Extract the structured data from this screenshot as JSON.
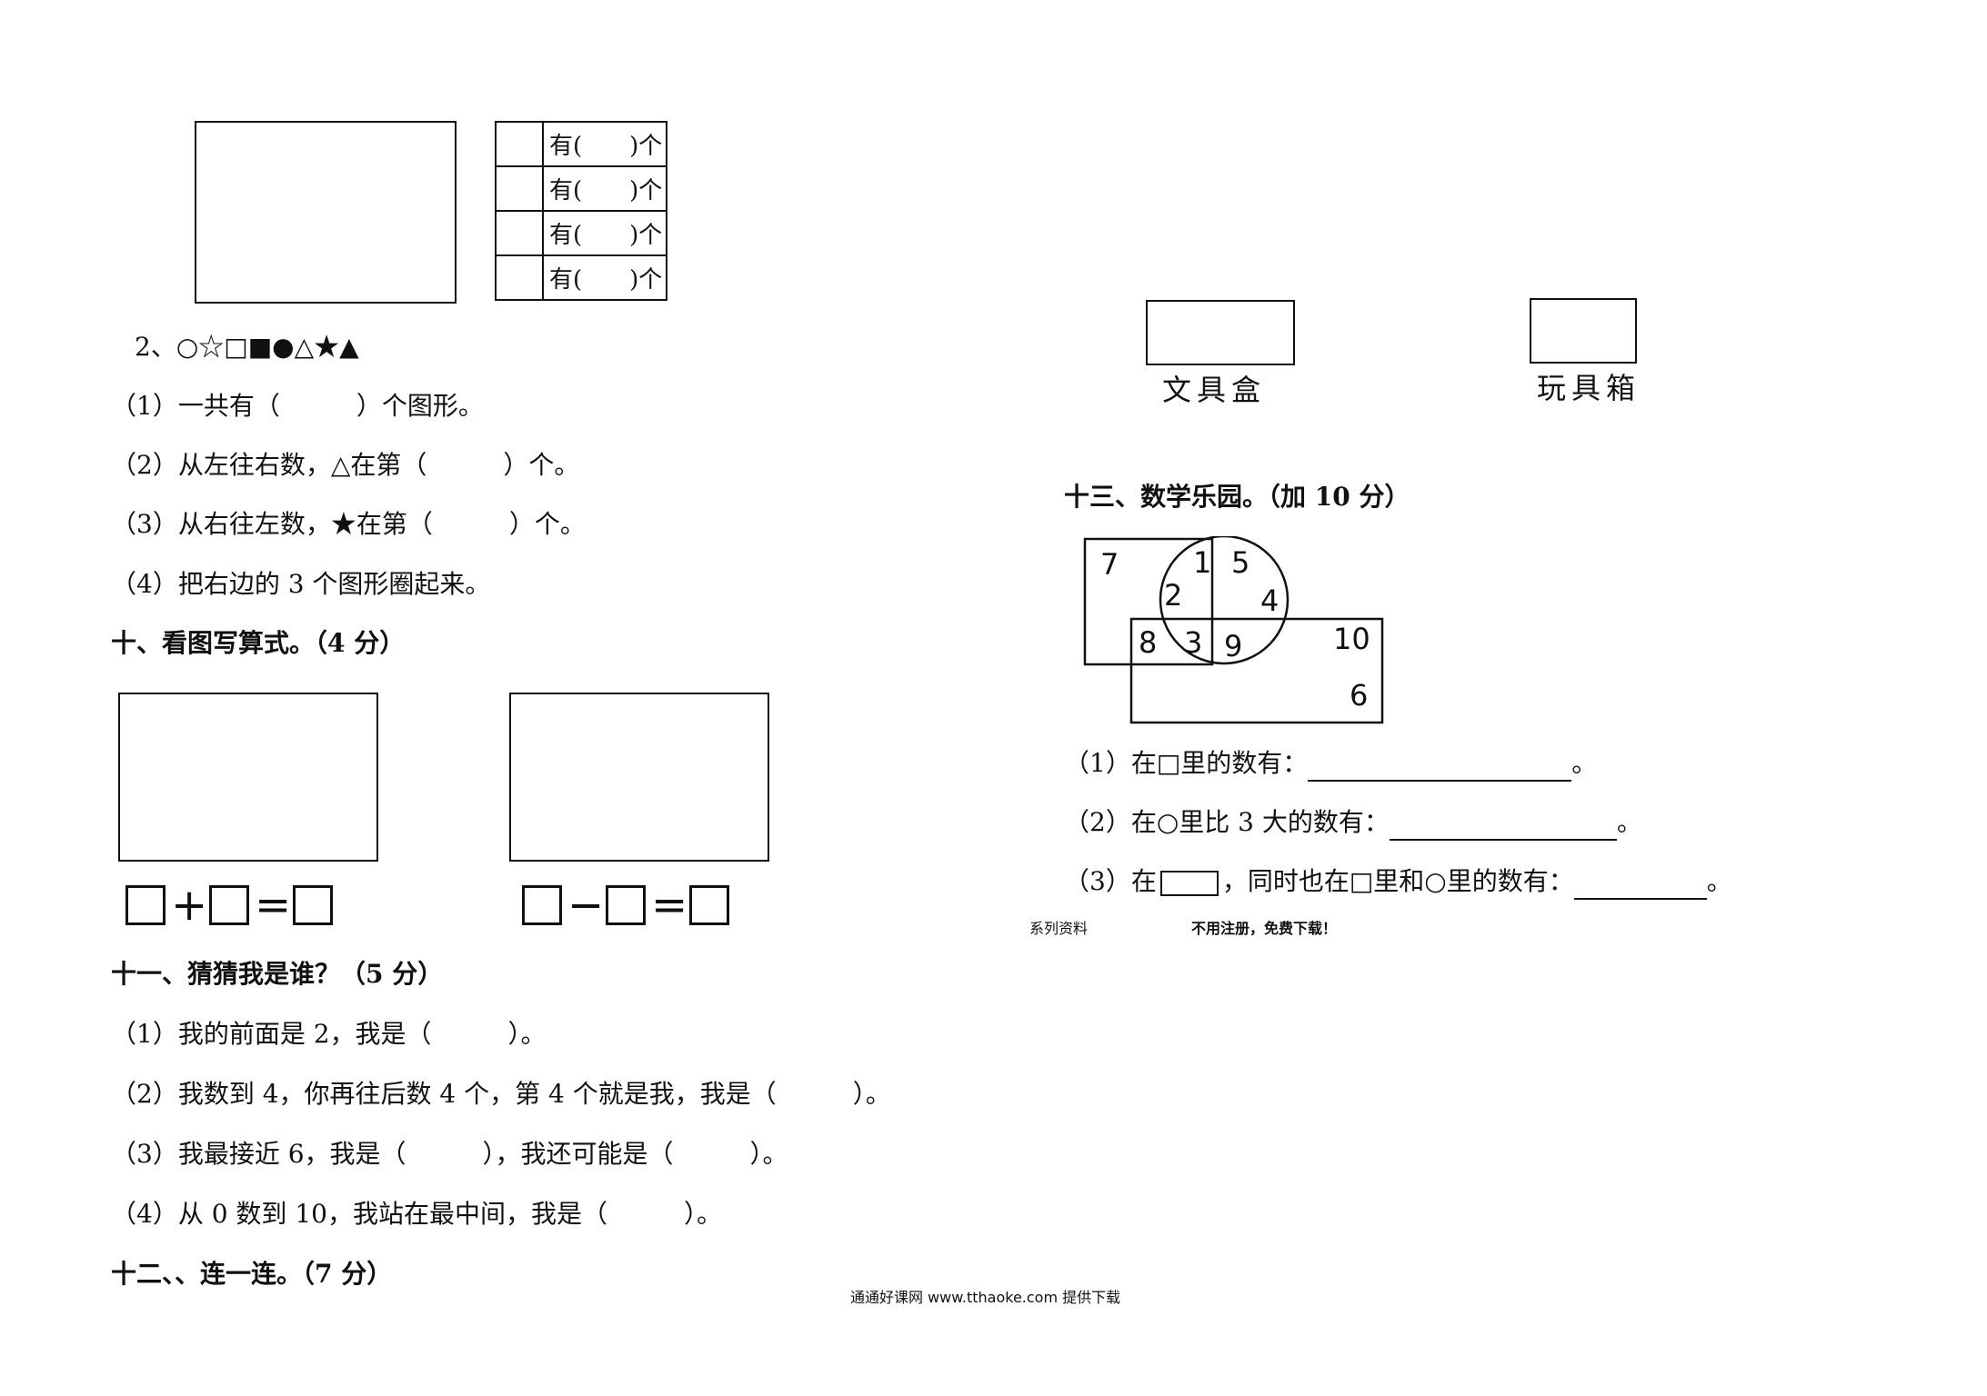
{
  "count_table": {
    "rows": [
      "有(　　)个",
      "有(　　)个",
      "有(　　)个",
      "有(　　)个"
    ]
  },
  "q2": {
    "shapes": "2、○☆□■●△★▲",
    "items": [
      "（1）一共有（　　　）个图形。",
      "（2）从左往右数，△在第（　　　）个。",
      "（3）从右往左数，★在第（　　　）个。",
      "（4）把右边的 3 个图形圈起来。"
    ]
  },
  "section10": {
    "title": "十、看图写算式。（4 分）",
    "ops": [
      "+",
      "=",
      "−",
      "="
    ]
  },
  "section11": {
    "title": "十一、猜猜我是谁？（5 分）",
    "items": [
      "（1）我的前面是 2，我是（　　　）。",
      "（2）我数到 4，你再往后数 4 个，第 4 个就是我，我是（　　　）。",
      "（3）我最接近 6，我是（　　　），我还可能是（　　　）。",
      "（4）从 0 数到 10，我站在最中间，我是（　　　）。"
    ]
  },
  "section12": {
    "title": "十二、、连一连。（7 分）"
  },
  "labels": {
    "stationery": "文具盒",
    "toybox": "玩具箱"
  },
  "section13": {
    "title": "十三、数学乐园。（加 10 分）",
    "venn_numbers": [
      "7",
      "1",
      "5",
      "2",
      "4",
      "8",
      "3",
      "9",
      "10",
      "6"
    ],
    "q1": "（1）在□里的数有：",
    "q2": "（2）在○里比 3 大的数有：",
    "q3_a": "（3）在",
    "q3_b": "，同时也在□里和○里的数有：",
    "end": "。"
  },
  "footer": {
    "left": "系列资料",
    "middle": "不用注册，免费下载！",
    "bottom": "通通好课网 www.tthaoke.com 提供下载"
  }
}
